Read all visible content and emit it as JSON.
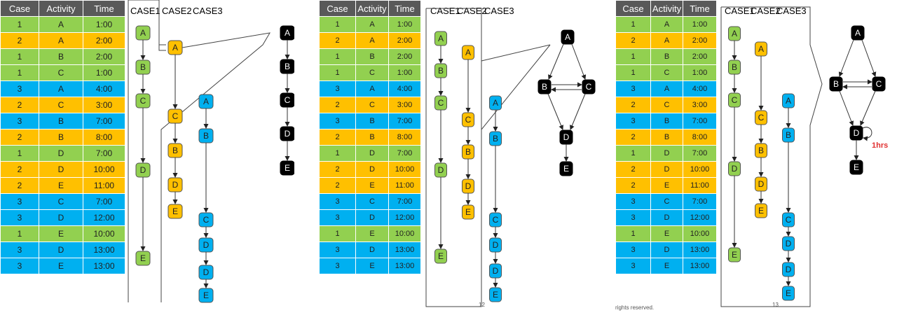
{
  "table": {
    "headers": [
      "Case",
      "Activity",
      "Time"
    ],
    "rows": [
      {
        "case": "1",
        "activity": "A",
        "time": "1:00"
      },
      {
        "case": "2",
        "activity": "A",
        "time": "2:00"
      },
      {
        "case": "1",
        "activity": "B",
        "time": "2:00"
      },
      {
        "case": "1",
        "activity": "C",
        "time": "1:00"
      },
      {
        "case": "3",
        "activity": "A",
        "time": "4:00"
      },
      {
        "case": "2",
        "activity": "C",
        "time": "3:00"
      },
      {
        "case": "3",
        "activity": "B",
        "time": "7:00"
      },
      {
        "case": "2",
        "activity": "B",
        "time": "8:00"
      },
      {
        "case": "1",
        "activity": "D",
        "time": "7:00"
      },
      {
        "case": "2",
        "activity": "D",
        "time": "10:00"
      },
      {
        "case": "2",
        "activity": "E",
        "time": "11:00"
      },
      {
        "case": "3",
        "activity": "C",
        "time": "7:00"
      },
      {
        "case": "3",
        "activity": "D",
        "time": "12:00"
      },
      {
        "case": "1",
        "activity": "E",
        "time": "10:00"
      },
      {
        "case": "3",
        "activity": "D",
        "time": "13:00"
      },
      {
        "case": "3",
        "activity": "E",
        "time": "13:00"
      }
    ]
  },
  "case_labels": [
    "CASE1",
    "CASE2",
    "CASE3"
  ],
  "case_colors": {
    "1": "#92d050",
    "2": "#ffc000",
    "3": "#00b0f0"
  },
  "case_sequences": {
    "case1": [
      "A",
      "B",
      "C",
      "D",
      "E"
    ],
    "case2": [
      "A",
      "C",
      "B",
      "D",
      "E"
    ],
    "case3": [
      "A",
      "B",
      "C",
      "D",
      "D",
      "E"
    ]
  },
  "process_nodes": [
    "A",
    "B",
    "C",
    "D",
    "E"
  ],
  "self_loop_label": "1hrs",
  "page_numbers": [
    "12",
    "13"
  ],
  "footer_text": "rights reserved."
}
